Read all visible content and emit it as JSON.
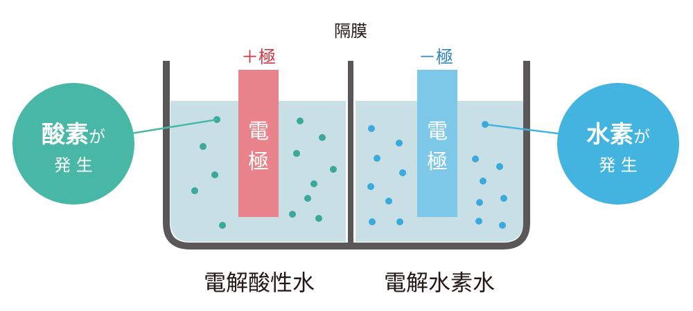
{
  "labels": {
    "membrane": "隔膜",
    "anode": "＋極",
    "cathode": "－極",
    "electrode_left": [
      "電",
      "極"
    ],
    "electrode_right": [
      "電",
      "極"
    ],
    "left_water": "電解酸性水",
    "right_water": "電解水素水"
  },
  "oxygen_bubble": {
    "main": "酸素",
    "kana": "が",
    "line2": "発 生"
  },
  "hydrogen_bubble": {
    "main": "水素",
    "kana": "が",
    "line2": "発 生"
  },
  "colors": {
    "tank": "#595757",
    "water": "#c9dfe6",
    "anode": "#e8838b",
    "anode_label": "#d2353f",
    "cathode": "#7dc8e8",
    "cathode_label": "#2f86c5",
    "oxygen": "#49b7a6",
    "oxygen_dot": "#3aa89a",
    "hydrogen": "#43b3df",
    "hydrogen_dot": "#3aa9dc",
    "text": "#231815"
  }
}
